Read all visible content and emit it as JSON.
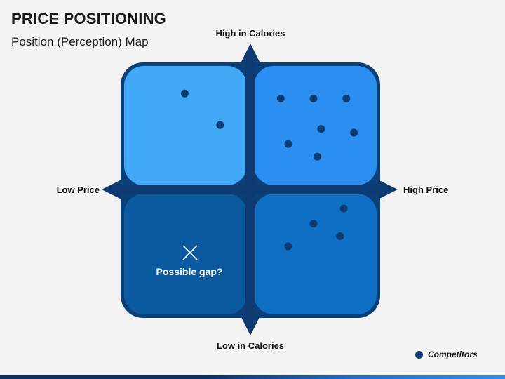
{
  "header": {
    "title": "PRICE POSITIONING",
    "subtitle": "Position (Perception) Map"
  },
  "axes": {
    "top": "High in Calories",
    "bottom": "Low in Calories",
    "left": "Low Price",
    "right": "High Price"
  },
  "quadrants": {
    "top_left_color": "#42a8f8",
    "top_right_color": "#2b8ff2",
    "bottom_left_color": "#0b5aa0",
    "bottom_right_color": "#0f6fc4",
    "border_color": "#0b3f78",
    "axis_color": "#0d3a70"
  },
  "gap": {
    "label": "Possible gap?",
    "icon": "x-mark-icon"
  },
  "legend": {
    "label": "Competitors",
    "dot_color": "#0d3a70"
  },
  "chart_data": {
    "type": "scatter",
    "x_range": [
      -1,
      1
    ],
    "y_range": [
      -1,
      1
    ],
    "points": [
      {
        "x": -0.52,
        "y": 0.76
      },
      {
        "x": -0.24,
        "y": 0.51
      },
      {
        "x": 0.24,
        "y": 0.72
      },
      {
        "x": 0.5,
        "y": 0.72
      },
      {
        "x": 0.76,
        "y": 0.72
      },
      {
        "x": 0.56,
        "y": 0.48
      },
      {
        "x": 0.82,
        "y": 0.45
      },
      {
        "x": 0.3,
        "y": 0.36
      },
      {
        "x": 0.53,
        "y": 0.26
      },
      {
        "x": 0.74,
        "y": -0.15
      },
      {
        "x": 0.5,
        "y": -0.27
      },
      {
        "x": 0.71,
        "y": -0.37
      },
      {
        "x": 0.3,
        "y": -0.45
      }
    ]
  }
}
